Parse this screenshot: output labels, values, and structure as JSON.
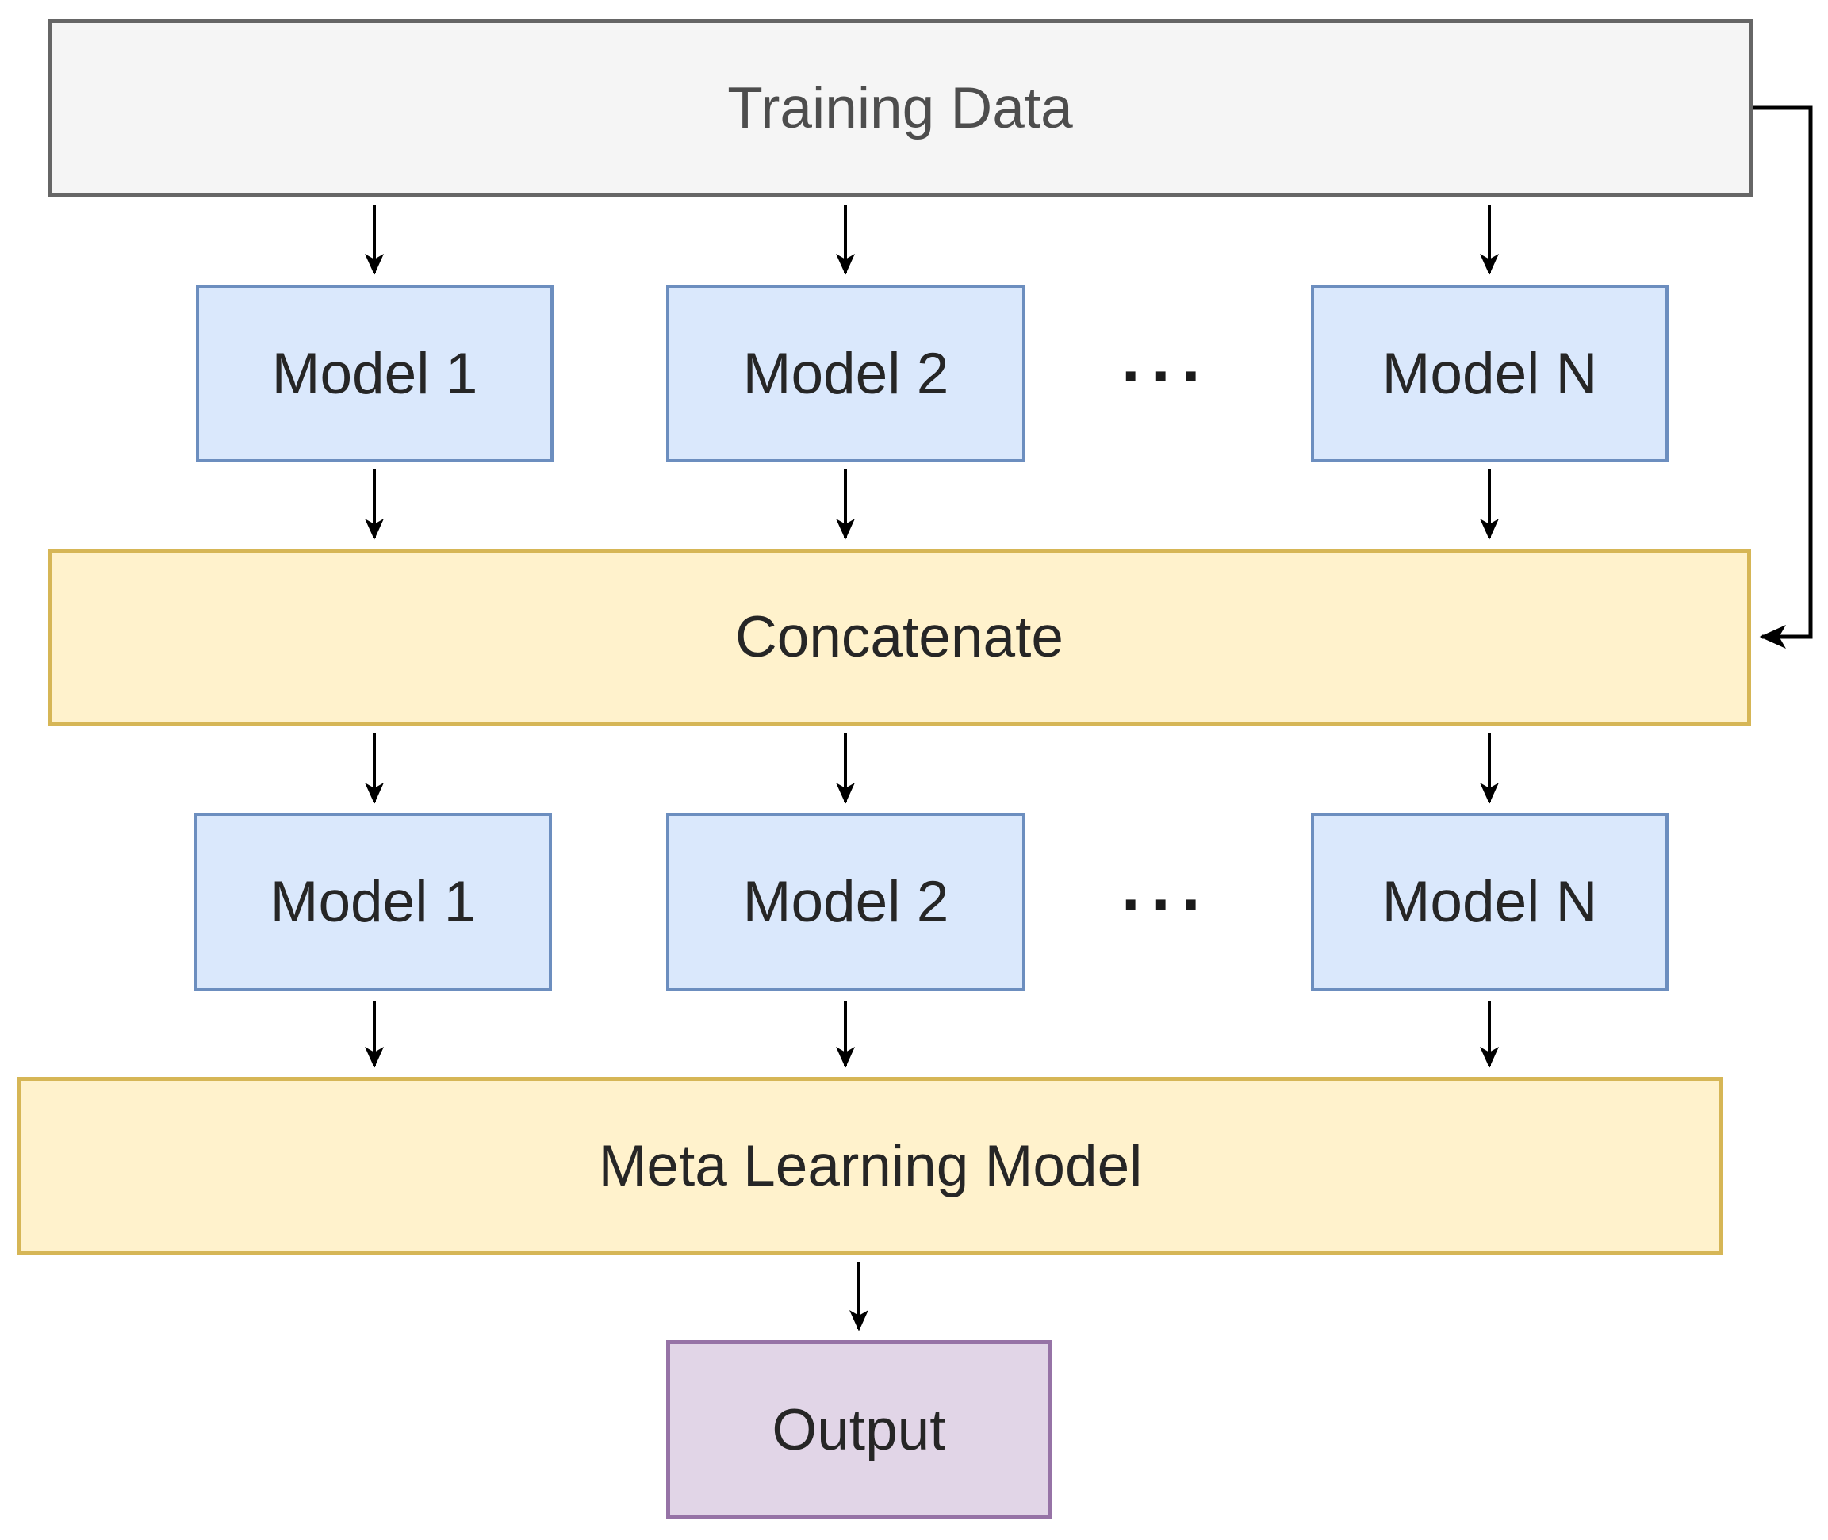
{
  "diagram": {
    "kind": "flowchart",
    "nodes": {
      "training_data": {
        "label": "Training Data"
      },
      "row1": {
        "model_1": {
          "label": "Model 1"
        },
        "model_2": {
          "label": "Model 2"
        },
        "ellipsis": {
          "label": "···"
        },
        "model_n": {
          "label": "Model N"
        }
      },
      "concatenate": {
        "label": "Concatenate"
      },
      "row2": {
        "model_1": {
          "label": "Model 1"
        },
        "model_2": {
          "label": "Model 2"
        },
        "ellipsis": {
          "label": "···"
        },
        "model_n": {
          "label": "Model N"
        }
      },
      "meta_learning_model": {
        "label": "Meta Learning Model"
      },
      "output": {
        "label": "Output"
      }
    },
    "colors": {
      "background": "#ffffff",
      "training_fill": "#f5f5f5",
      "training_border": "#666666",
      "training_text": "#4d4d4d",
      "model_fill": "#dae8fc",
      "model_border": "#6c8ebf",
      "process_fill": "#fff2cc",
      "process_border": "#d6b656",
      "output_fill": "#e1d5e7",
      "output_border": "#9673a6",
      "arrow_color": "#000000",
      "label_text": "#262626"
    }
  }
}
